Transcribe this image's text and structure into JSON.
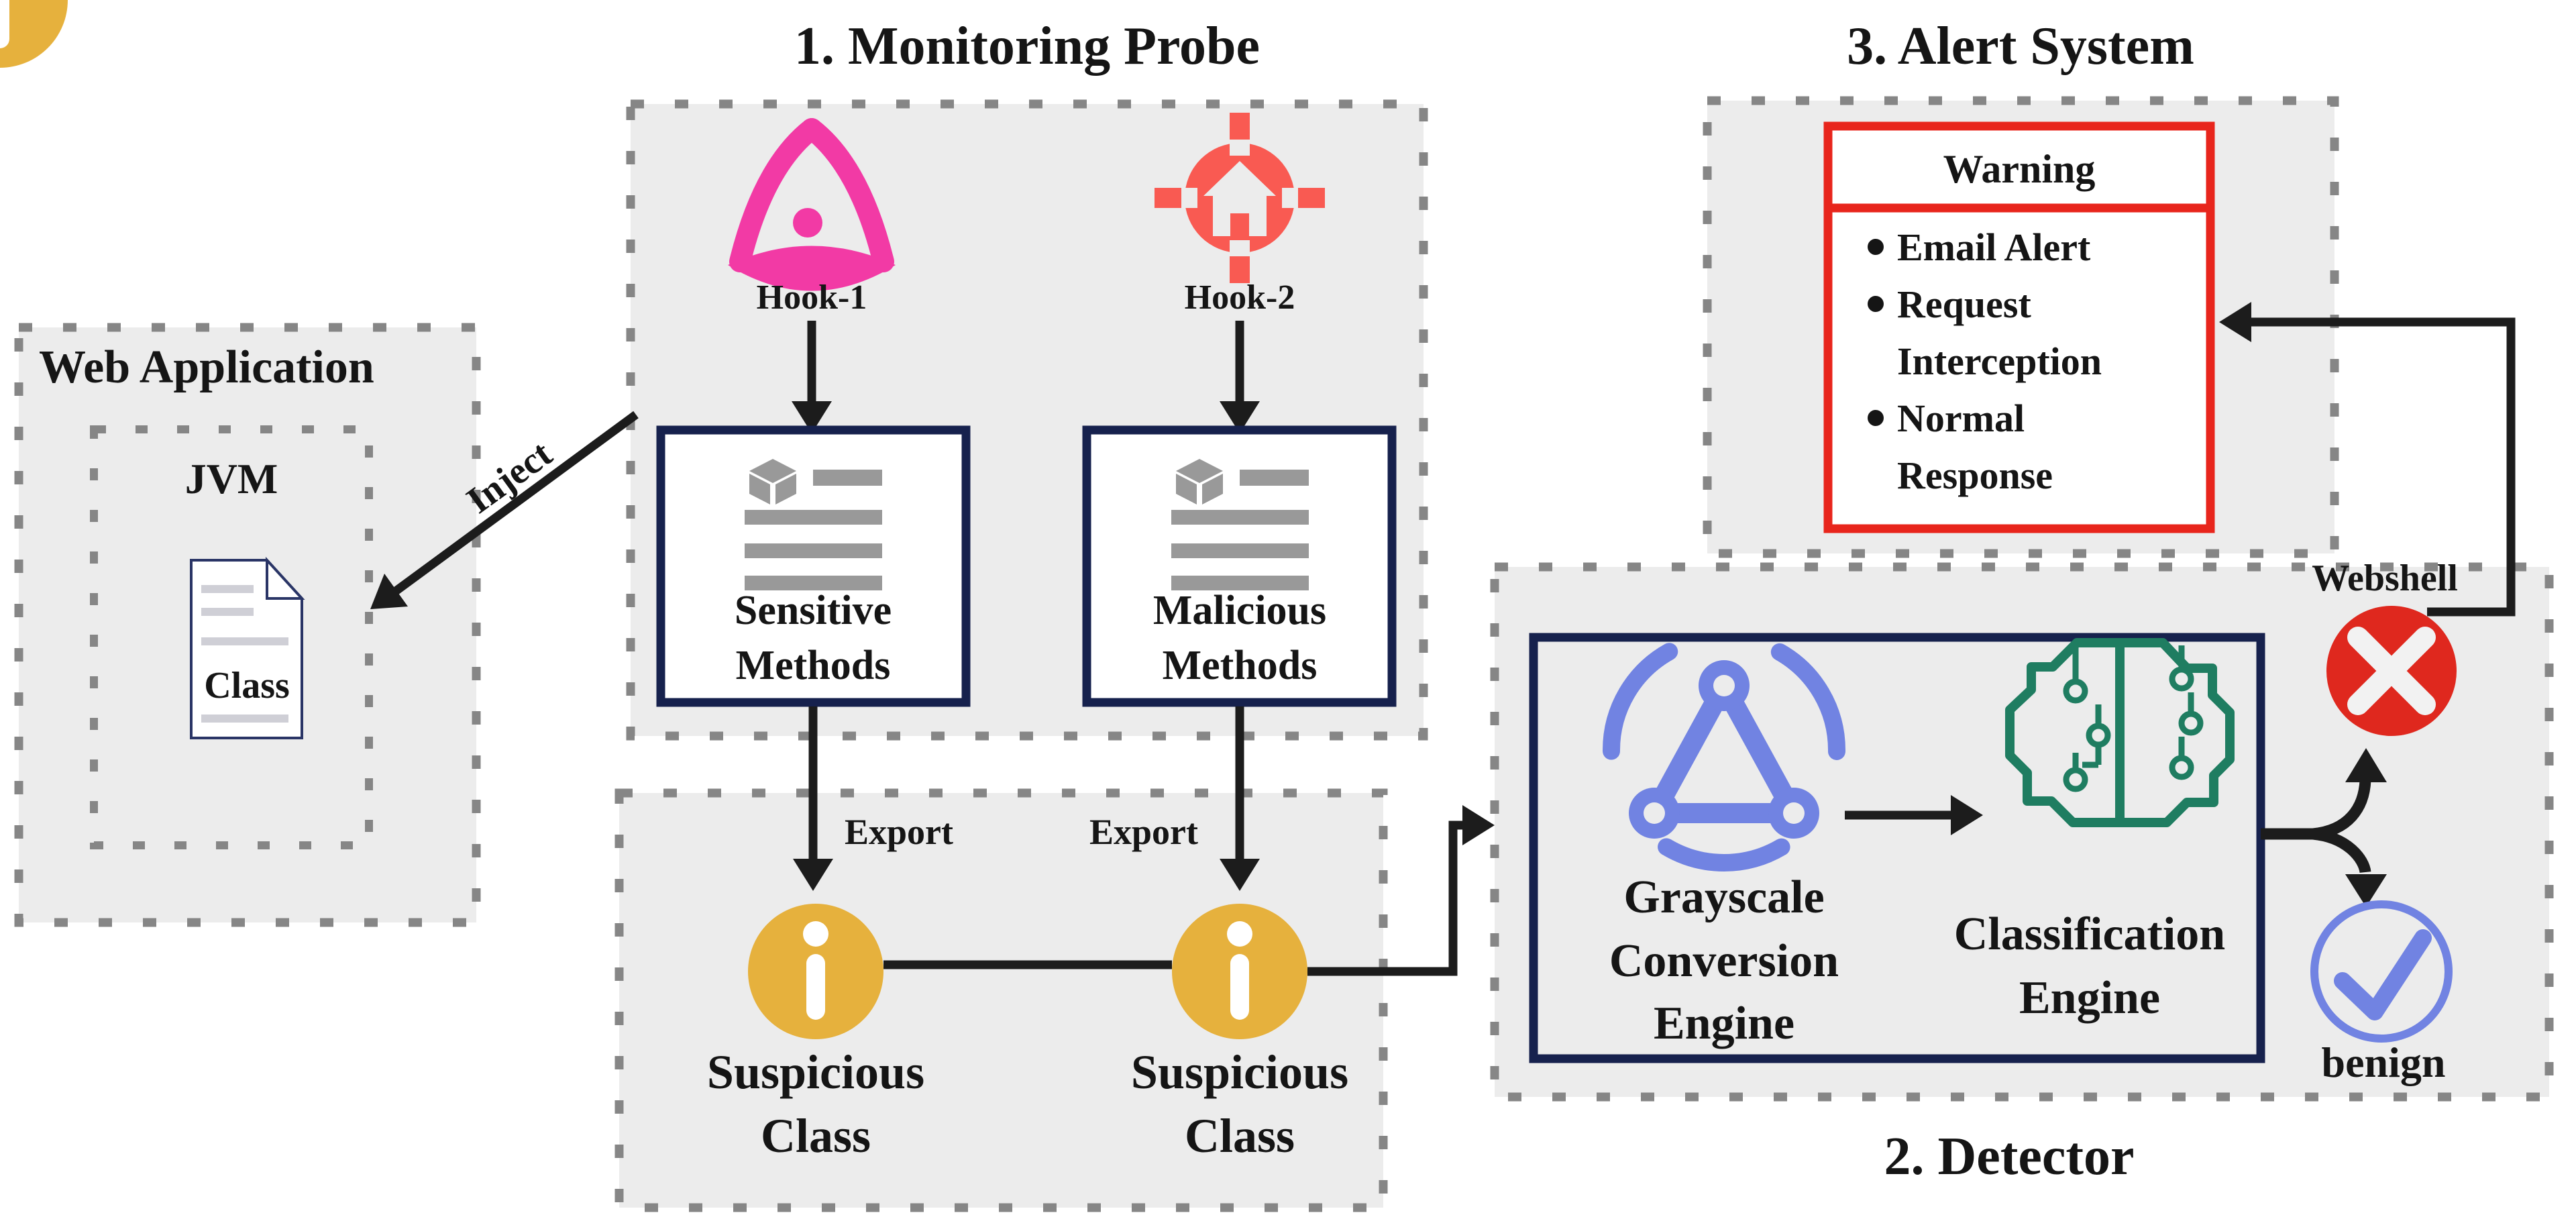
{
  "web_application": {
    "title": "Web Application",
    "jvm_label": "JVM",
    "class_label": "Class",
    "inject_label": "Inject"
  },
  "monitoring_probe": {
    "title": "1. Monitoring Probe",
    "hook1_label": "Hook-1",
    "hook2_label": "Hook-2",
    "sensitive_box_lines": [
      "Sensitive",
      "Methods"
    ],
    "malicious_box_lines": [
      "Malicious",
      "Methods"
    ]
  },
  "suspicious_area": {
    "export_left": "Export",
    "export_right": "Export",
    "left_class_lines": [
      "Suspicious",
      "Class"
    ],
    "right_class_lines": [
      "Suspicious",
      "Class"
    ]
  },
  "detector": {
    "title": "2. Detector",
    "grayscale_lines": [
      "Grayscale",
      "Conversion",
      "Engine"
    ],
    "classification_lines": [
      "Classification",
      "Engine"
    ],
    "webshell_label": "Webshell",
    "benign_label": "benign"
  },
  "alert_system": {
    "title": "3. Alert System",
    "warning_title": "Warning",
    "items": [
      "Email Alert",
      "Request Interception",
      "Normal Response"
    ],
    "item_lines": [
      "Email Alert",
      "Request",
      "Interception",
      "Normal",
      "Response"
    ]
  },
  "icons": {
    "hook1": "triangle-probe-icon",
    "hook2": "target-home-icon",
    "methods_box": "class-listing-icon",
    "class_file": "document-icon",
    "suspicious": "info-circle-icon",
    "grayscale_engine": "network-triangle-icon",
    "classification_engine": "circuit-brain-icon",
    "webshell": "cross-circle-icon",
    "benign": "check-circle-icon"
  },
  "colors": {
    "background": "#ffffff",
    "panel_fill": "#ececec",
    "dash_gray": "#868686",
    "navy_border": "#16214d",
    "arrow_black": "#1c1c1c",
    "hook1_pink": "#f23aa5",
    "hook2_coral": "#f95a52",
    "suspicious_gold": "#e6b13d",
    "webshell_red": "#df281e",
    "warning_red": "#e8251c",
    "engine_periwinkle": "#7183e2",
    "brain_green": "#1f7d61",
    "icon_gray": "#999999"
  }
}
